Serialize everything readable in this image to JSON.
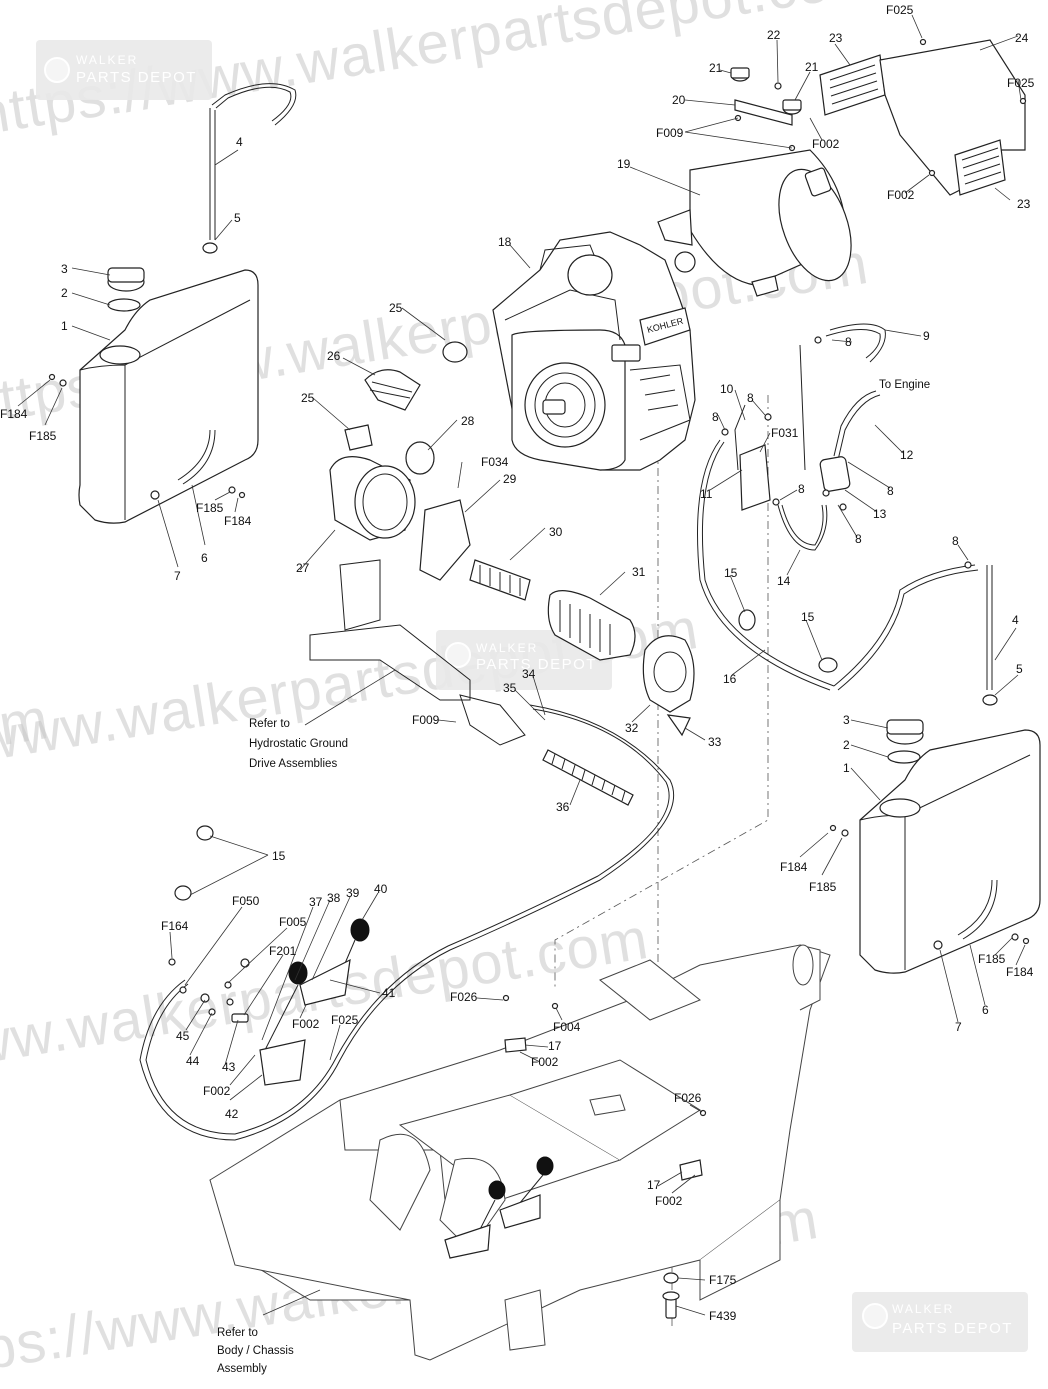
{
  "watermark": {
    "url_text": "https://www.walkerpartsdepot.com",
    "fragments": [
      "https://www.walkerpartsdepot.com",
      "https://www.walkerpartsdepot.com",
      "com",
      "https://www.walkerpartsdepot.com",
      "https://www.walkerpartsdepot.com",
      "https://www.walkerpartsdepot.com"
    ]
  },
  "badges": [
    {
      "brand": "WALKER",
      "name": "PARTS DEPOT"
    },
    {
      "brand": "WALKER",
      "name": "PARTS DEPOT"
    },
    {
      "brand": "WALKER",
      "name": "PARTS DEPOT"
    }
  ],
  "notes": {
    "to_engine": "To Engine",
    "hydro_line1": "Refer to",
    "hydro_line2": "Hydrostatic Ground",
    "hydro_line3": "Drive Assemblies",
    "body_line1": "Refer to",
    "body_line2": "Body / Chassis",
    "body_line3": "Assembly",
    "engine_brand": "KOHLER"
  },
  "callouts": {
    "c1a": "1",
    "c2a": "2",
    "c3a": "3",
    "c4a": "4",
    "c5a": "5",
    "c6a": "6",
    "c7a": "7",
    "f184a": "F184",
    "f185a": "F185",
    "f185b": "F185",
    "f184b": "F184",
    "c1b": "1",
    "c2b": "2",
    "c3b": "3",
    "c4b": "4",
    "c5b": "5",
    "c6b": "6",
    "c7b": "7",
    "f184c": "F184",
    "f185c": "F185",
    "f185d": "F185",
    "f184d": "F184",
    "c8a": "8",
    "c8b": "8",
    "c8c": "8",
    "c8d": "8",
    "c8e": "8",
    "c8f": "8",
    "c8g": "8",
    "c9": "9",
    "c10": "10",
    "c11": "11",
    "c12": "12",
    "c13": "13",
    "c14": "14",
    "c15a": "15",
    "c15b": "15",
    "c15c": "15",
    "c16": "16",
    "c17a": "17",
    "c17b": "17",
    "c18": "18",
    "c19": "19",
    "c20": "20",
    "c21a": "21",
    "c21b": "21",
    "c22": "22",
    "c23a": "23",
    "c23b": "23",
    "c24": "24",
    "c25a": "25",
    "c25b": "25",
    "c26": "26",
    "c27": "27",
    "c28": "28",
    "c29": "29",
    "c30": "30",
    "c31": "31",
    "c32": "32",
    "c33": "33",
    "c34": "34",
    "c35": "35",
    "c36": "36",
    "c37": "37",
    "c38": "38",
    "c39": "39",
    "c40": "40",
    "c41": "41",
    "c42": "42",
    "c43": "43",
    "c44": "44",
    "c45": "45",
    "f025a": "F025",
    "f025b": "F025",
    "f025c": "F025",
    "f002a": "F002",
    "f002b": "F002",
    "f002c": "F002",
    "f002d": "F002",
    "f002e": "F002",
    "f002f": "F002",
    "f009a": "F009",
    "f009b": "F009",
    "f031": "F031",
    "f034": "F034",
    "f026a": "F026",
    "f026b": "F026",
    "f004": "F004",
    "f050": "F050",
    "f005": "F005",
    "f201": "F201",
    "f164": "F164",
    "f175": "F175",
    "f439": "F439"
  }
}
